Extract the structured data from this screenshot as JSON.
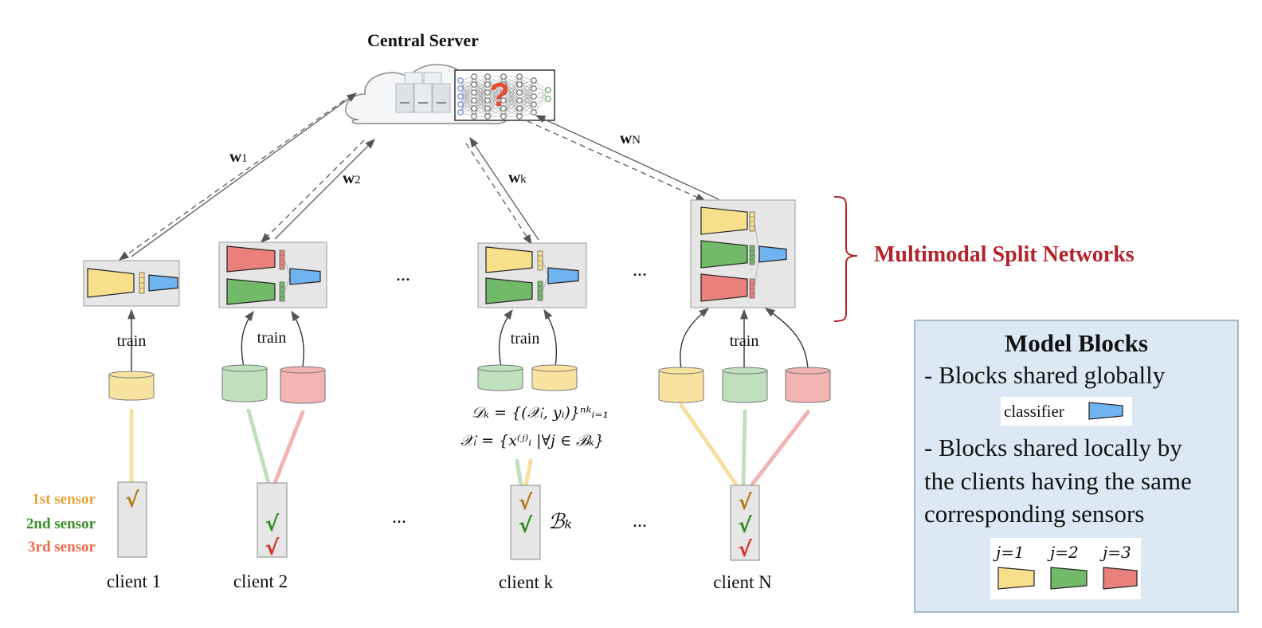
{
  "colors": {
    "yellow": "#f7df8c",
    "green": "#72b96a",
    "red": "#e9807b",
    "blue": "#6fb3f0",
    "block_bg": "#e6e6e6",
    "legend_bg": "#dce9f5",
    "accent_red": "#b2232b",
    "sensor1": "#e3a33b",
    "sensor2": "#3c8f2b",
    "sensor3": "#ea6a4f",
    "yellow_db": "#f8e3a0",
    "green_db": "#bfe0bd",
    "red_db": "#f2b3b3"
  },
  "server": {
    "title": "Central Server",
    "icon": "cloud-server-icon",
    "model_icon": "neural-network-question-icon",
    "question_mark": "?"
  },
  "weights": [
    {
      "main": "w",
      "sub": "1"
    },
    {
      "main": "w",
      "sub": "2"
    },
    {
      "main": "w",
      "sub": "k"
    },
    {
      "main": "w",
      "sub": "N"
    }
  ],
  "brace_label": "Multimodal Split Networks",
  "train_label": "train",
  "ellipsis": "...",
  "check": "√",
  "sensor_labels": [
    "1st sensor",
    "2nd sensor",
    "3rd sensor"
  ],
  "clients": [
    {
      "name": "client 1",
      "sensors": [
        1
      ]
    },
    {
      "name": "client 2",
      "sensors": [
        2,
        3
      ]
    },
    {
      "name": "client k",
      "sensors": [
        1,
        2
      ]
    },
    {
      "name": "client N",
      "sensors": [
        1,
        2,
        3
      ]
    }
  ],
  "formula": {
    "line1": "𝒟ₖ = {(𝒳ᵢ, yᵢ)}ⁿᵏᵢ₌₁",
    "line2": "𝒳ᵢ = {x⁽ʲ⁾ᵢ |∀j ∈ ℬₖ}",
    "b_label": "ℬₖ"
  },
  "legend": {
    "title": "Model Blocks",
    "global_text": "- Blocks shared globally",
    "classifier_label": "classifier",
    "local_text": [
      "- Blocks shared locally by",
      "the clients having the same",
      "corresponding sensors"
    ],
    "j_labels": [
      "j=1",
      "j=2",
      "j=3"
    ]
  }
}
